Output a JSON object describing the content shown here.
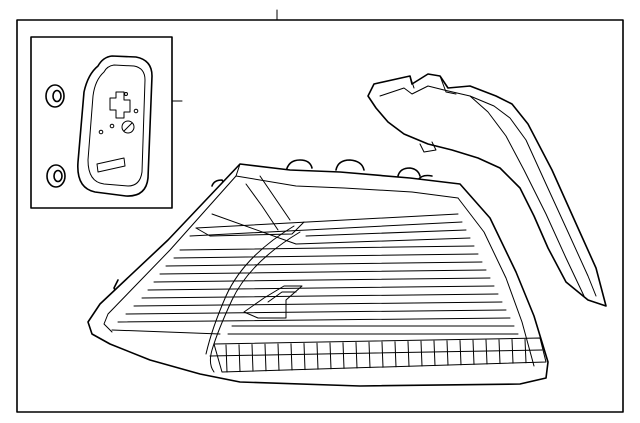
{
  "diagram": {
    "colors": {
      "line": "#000000",
      "background": "#ffffff"
    },
    "parts": [
      {
        "name": "tail-lamp-assembly"
      },
      {
        "name": "lamp-seal"
      },
      {
        "name": "bulb-socket-panel"
      },
      {
        "name": "mounting-grommet"
      },
      {
        "name": "mounting-grommet"
      }
    ]
  }
}
